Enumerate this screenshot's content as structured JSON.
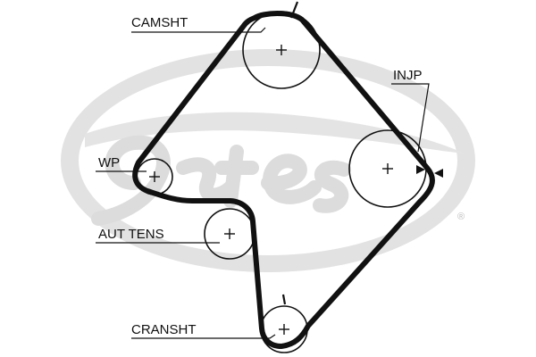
{
  "watermark": {
    "registered_mark": "®",
    "color": "#d9d9d9"
  },
  "belt": {
    "color": "#111111"
  },
  "pulleys": [
    {
      "id": "camshaft",
      "label": "CAMSHT"
    },
    {
      "id": "injection-pump",
      "label": "INJP"
    },
    {
      "id": "water-pump",
      "label": "WP"
    },
    {
      "id": "auto-tensioner",
      "label": "AUT TENS"
    },
    {
      "id": "crankshaft",
      "label": "CRANSHT"
    }
  ],
  "center_mark": "+"
}
